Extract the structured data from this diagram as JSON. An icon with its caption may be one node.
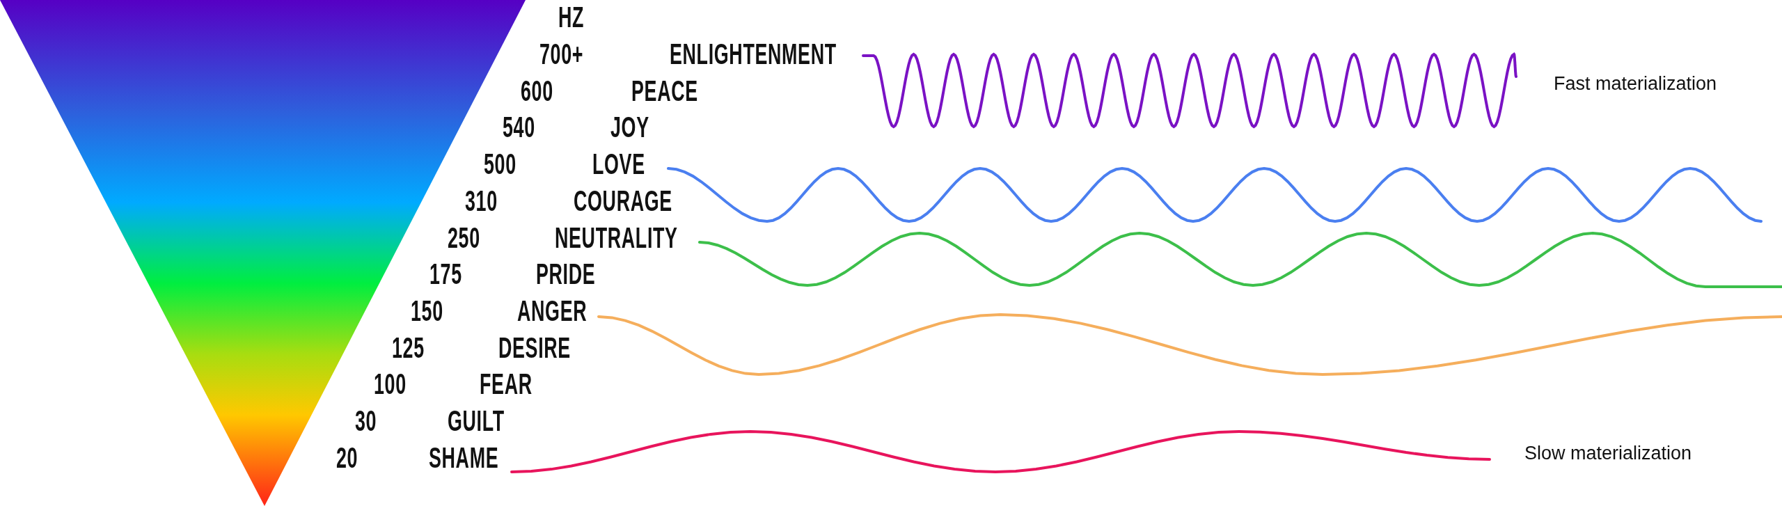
{
  "diagram": {
    "labels": [
      "HZ",
      "700+",
      "ENLIGHTENMENT",
      "Fast materialization",
      "600",
      "PEACE",
      "540",
      "JOY",
      "500",
      "LOVE",
      "310",
      "COURAGE",
      "250",
      "NEUTRALITY",
      "175",
      "PRIDE",
      "150",
      "ANGER",
      "125",
      "DESIRE",
      "100",
      "FEAR",
      "30",
      "GUILT",
      "20",
      "SHAME",
      "Slow materialization"
    ]
  }
}
